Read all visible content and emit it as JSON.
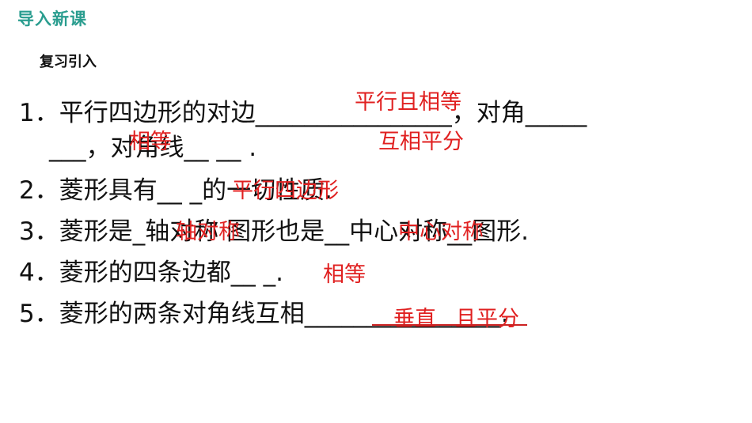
{
  "header": {
    "title": "导入新课"
  },
  "section": {
    "title": "复习引入"
  },
  "questions": [
    {
      "line_a": "1．平行四边形的对边________________，对角_____",
      "line_b": "___，对角线__  __             ."
    },
    {
      "line": "2．菱形具有__           _的一切性质."
    },
    {
      "line": "3．菱形是_轴对称  图形也是__中心对称__图形."
    },
    {
      "line": "4．菱形的四条边都__         _."
    },
    {
      "line": "5．菱形的两条对角线互相________________."
    }
  ],
  "answers": {
    "q1_opposite_sides": "平行且相等",
    "q1_opposite_angles": "相等",
    "q1_diagonals": "互相平分",
    "q2": "平行四边形",
    "q3_a": "轴对称",
    "q3_b": "中心对称",
    "q4": "相等",
    "q5_a": "垂直",
    "q5_b": "且平分"
  },
  "colors": {
    "header": "#2a9d8f",
    "answer": "#e02020",
    "text": "#111111"
  }
}
